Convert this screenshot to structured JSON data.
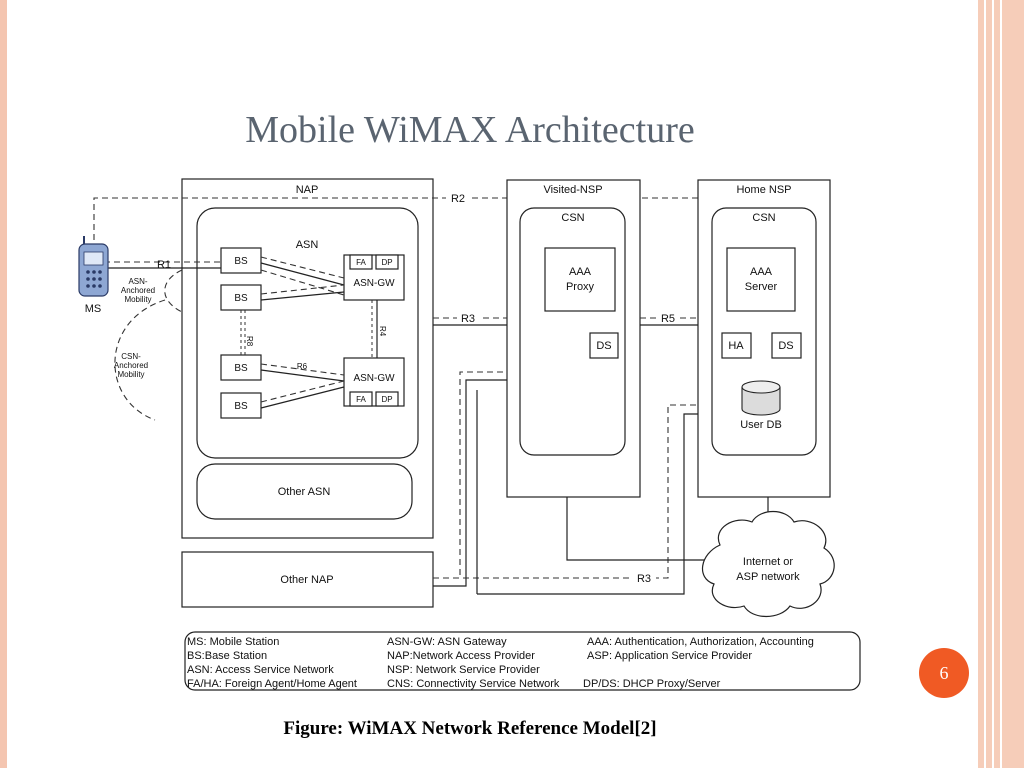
{
  "slide": {
    "title": "Mobile WiMAX Architecture",
    "caption": "Figure:  WiMAX Network Reference Model[2]",
    "page_number": "6"
  },
  "diagram": {
    "nap": "NAP",
    "asn": "ASN",
    "other_asn": "Other ASN",
    "other_nap": "Other NAP",
    "bs": "BS",
    "fa": "FA",
    "dp": "DP",
    "asn_gw": "ASN-GW",
    "visited_nsp": "Visited-NSP",
    "home_nsp": "Home NSP",
    "csn": "CSN",
    "aaa": "AAA",
    "proxy": "Proxy",
    "server": "Server",
    "ds": "DS",
    "ha": "HA",
    "user_db": "User DB",
    "internet": "Internet or",
    "asp_network": "ASP network",
    "ms": "MS",
    "asn_anchored": [
      "ASN-",
      "Anchored",
      "Mobility"
    ],
    "csn_anchored": [
      "CSN-",
      "Anchored",
      "Mobility"
    ],
    "refs": {
      "r1": "R1",
      "r2": "R2",
      "r3": "R3",
      "r4": "R4",
      "r5": "R5",
      "r6": "R6",
      "r8": "R8"
    }
  },
  "legend": [
    [
      "MS: Mobile Station",
      "ASN-GW: ASN Gateway",
      "AAA: Authentication, Authorization, Accounting"
    ],
    [
      "BS:Base Station",
      "NAP:Network Access Provider",
      "ASP: Application Service Provider"
    ],
    [
      "ASN: Access Service Network",
      "NSP: Network Service Provider",
      ""
    ],
    [
      "FA/HA: Foreign Agent/Home Agent",
      "CNS: Connectivity Service Network",
      "DP/DS: DHCP Proxy/Server"
    ]
  ]
}
